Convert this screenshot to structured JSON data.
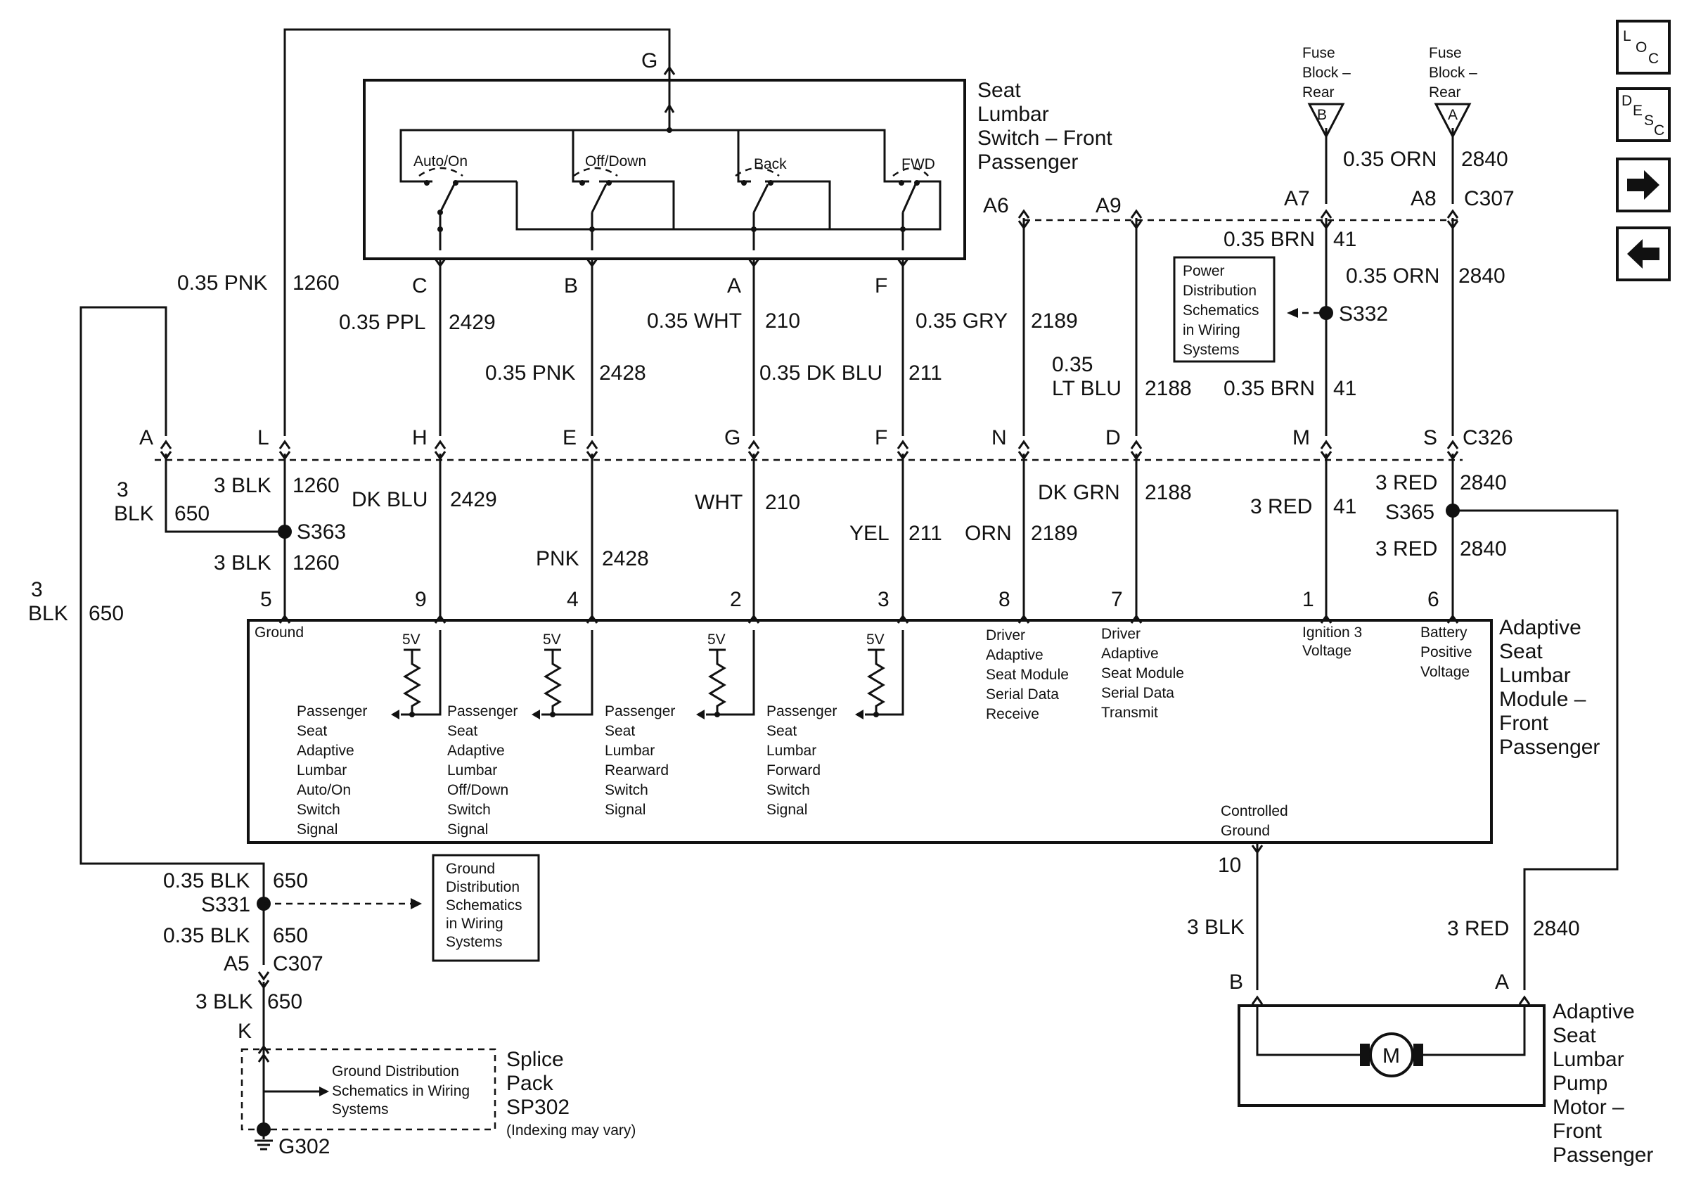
{
  "seat_switch": {
    "title_lines": [
      "Seat",
      "Lumbar",
      "Switch – Front",
      "Passenger"
    ],
    "pin_top": "G",
    "switches": [
      "Auto/On",
      "Off/Down",
      "Back",
      "FWD"
    ],
    "pins_bottom": [
      "C",
      "B",
      "A",
      "F"
    ]
  },
  "circuits_upper": {
    "w1260": [
      "0.35 PNK",
      "1260"
    ],
    "w2429": [
      "0.35 PPL",
      "2429"
    ],
    "w2428": [
      "0.35 PNK",
      "2428"
    ],
    "w210": [
      "0.35 WHT",
      "210"
    ],
    "w211": [
      "0.35 DK BLU",
      "211"
    ],
    "w2189": [
      "0.35 GRY",
      "2189"
    ],
    "w2188": [
      "0.35",
      "LT BLU",
      "2188"
    ],
    "w41a": [
      "0.35 BRN",
      "41"
    ],
    "w41b": [
      "0.35 BRN",
      "41"
    ],
    "w2840a": [
      "0.35 ORN",
      "2840"
    ],
    "w2840b": [
      "0.35 ORN",
      "2840"
    ]
  },
  "fuse_block": {
    "label_lines": [
      "Fuse",
      "Block –",
      "Rear"
    ],
    "left_letter": "B",
    "right_letter": "A"
  },
  "c307_upper": {
    "pins": [
      "A6",
      "A9",
      "A7",
      "A8"
    ],
    "name": "C307"
  },
  "power_ref": [
    "Power",
    "Distribution",
    "Schematics",
    "in Wiring",
    "Systems"
  ],
  "splices": {
    "s332": "S332",
    "s363": "S363",
    "s365": "S365",
    "s331": "S331"
  },
  "c326": {
    "pins": [
      "A",
      "L",
      "H",
      "E",
      "G",
      "F",
      "N",
      "D",
      "M",
      "S"
    ],
    "name": "C326"
  },
  "circuits_lower": {
    "l650a": [
      "3",
      "BLK",
      "650"
    ],
    "l1260a": [
      "3 BLK",
      "1260"
    ],
    "l1260b": [
      "3 BLK",
      "1260"
    ],
    "l2429": [
      "DK BLU",
      "2429"
    ],
    "l2428": [
      "PNK",
      "2428"
    ],
    "l210": [
      "WHT",
      "210"
    ],
    "l211": [
      "YEL",
      "211"
    ],
    "l2189": [
      "ORN",
      "2189"
    ],
    "l2188": [
      "DK GRN",
      "2188"
    ],
    "l41": [
      "3 RED",
      "41"
    ],
    "l2840a": [
      "3 RED",
      "2840"
    ],
    "l2840b": [
      "3 RED",
      "2840"
    ],
    "l650long": [
      "3",
      "BLK",
      "650"
    ]
  },
  "module": {
    "pins": [
      "5",
      "9",
      "4",
      "2",
      "3",
      "8",
      "7",
      "1",
      "6"
    ],
    "title_lines": [
      "Adaptive",
      "Seat",
      "Lumbar",
      "Module –",
      "Front",
      "Passenger"
    ],
    "ground_label": "Ground",
    "vref": "5V",
    "signals": [
      [
        "Passenger",
        "Seat",
        "Adaptive",
        "Lumbar",
        "Auto/On",
        "Switch",
        "Signal"
      ],
      [
        "Passenger",
        "Seat",
        "Adaptive",
        "Lumbar",
        "Off/Down",
        "Switch",
        "Signal"
      ],
      [
        "Passenger",
        "Seat",
        "Lumbar",
        "Rearward",
        "Switch",
        "Signal"
      ],
      [
        "Passenger",
        "Seat",
        "Lumbar",
        "Forward",
        "Switch",
        "Signal"
      ]
    ],
    "serial_rx": [
      "Driver",
      "Adaptive",
      "Seat Module",
      "Serial Data",
      "Receive"
    ],
    "serial_tx": [
      "Driver",
      "Adaptive",
      "Seat Module",
      "Serial Data",
      "Transmit"
    ],
    "ign": [
      "Ignition 3",
      "Voltage"
    ],
    "batt": [
      "Battery",
      "Positive",
      "Voltage"
    ],
    "ctrl_ground": [
      "Controlled",
      "Ground"
    ],
    "pin_ctrl": "10"
  },
  "ground_path": {
    "w650a": [
      "0.35 BLK",
      "650"
    ],
    "w650b": [
      "0.35 BLK",
      "650"
    ],
    "c307_pin": "A5",
    "c307_name": "C307",
    "w650c": [
      "3 BLK",
      "650"
    ],
    "pin_k": "K",
    "ground_ref": [
      "Ground",
      "Distribution",
      "Schematics",
      "in Wiring",
      "Systems"
    ],
    "splice_pack_lines": [
      "Splice",
      "Pack",
      "SP302",
      "(Indexing may vary)"
    ],
    "splice_pack_ref": [
      "Ground Distribution",
      "Schematics in Wiring",
      "Systems"
    ],
    "ground_name": "G302"
  },
  "motor": {
    "left_wire": "3 BLK",
    "right_wire": [
      "3 RED",
      "2840"
    ],
    "pins": [
      "B",
      "A"
    ],
    "symbol": "M",
    "title_lines": [
      "Adaptive",
      "Seat",
      "Lumbar",
      "Pump",
      "Motor –",
      "Front",
      "Passenger"
    ]
  },
  "nav_buttons": {
    "loc": [
      "L",
      "O",
      "C"
    ],
    "desc": [
      "D",
      "E",
      "S",
      "C"
    ]
  }
}
